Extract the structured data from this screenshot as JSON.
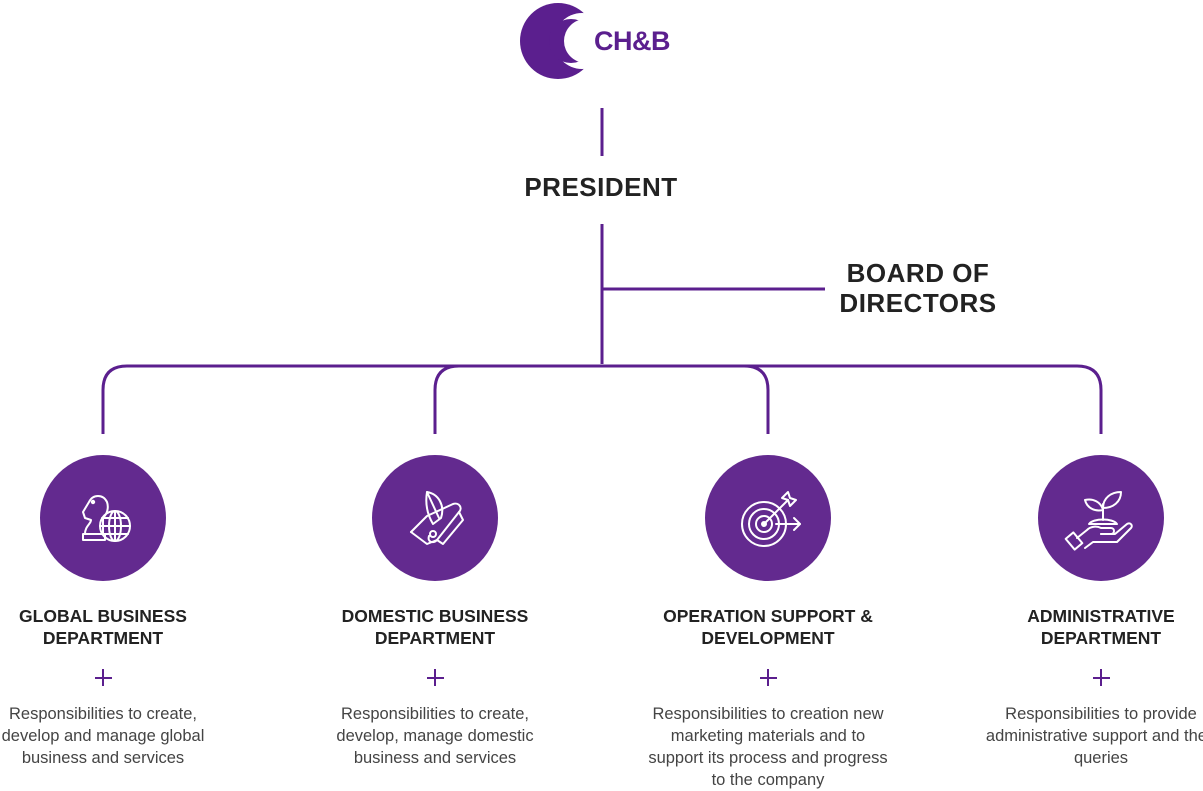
{
  "colors": {
    "purple": "#5b1f8e",
    "circle": "#632a8f",
    "text": "#222222"
  },
  "logo": {
    "text": "CH&B"
  },
  "president": "PRESIDENT",
  "board": {
    "line1": "BOARD OF",
    "line2": "DIRECTORS"
  },
  "departments": [
    {
      "icon": "chess-knight-globe-icon",
      "title1": "GLOBAL BUSINESS",
      "title2": "DEPARTMENT",
      "desc": "Responsibilities to create, develop and manage global business and services"
    },
    {
      "icon": "quill-scroll-icon",
      "title1": "DOMESTIC BUSINESS",
      "title2": "DEPARTMENT",
      "desc": "Responsibilities to create, develop, manage domestic business and services"
    },
    {
      "icon": "target-arrow-icon",
      "title1": "OPERATION SUPPORT &",
      "title2": "DEVELOPMENT",
      "desc": "Responsibilities to creation new marketing materials and to support its process and progress to the company"
    },
    {
      "icon": "hand-plant-icon",
      "title1": "ADMINISTRATIVE",
      "title2": "DEPARTMENT",
      "desc": "Responsibilities to provide administrative support and their queries"
    }
  ]
}
